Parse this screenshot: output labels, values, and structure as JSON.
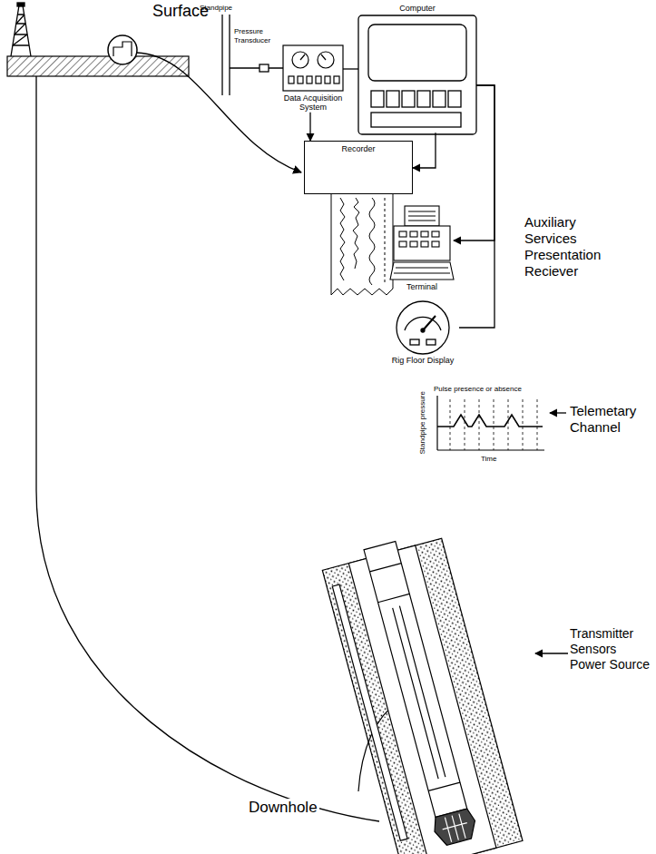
{
  "diagram": {
    "nodes": [
      {
        "text": [
          "Data Acquisition System"
        ]
      },
      {
        "text": [
          "Computer"
        ]
      },
      {
        "text": [
          "Recorder"
        ]
      },
      {
        "text": [
          "Terminal"
        ]
      },
      {
        "text": [
          "Rig Floor Display"
        ]
      }
    ],
    "edges": [
      {
        "from": 0,
        "to": 1,
        "arrow": "none"
      },
      {
        "from": 1,
        "to": 2,
        "arrow": "to"
      },
      {
        "from": 0,
        "to": 2,
        "arrow": "to"
      },
      {
        "from": 1,
        "to": 3,
        "arrow": "to"
      },
      {
        "from": 1,
        "to": 4,
        "arrow": "none"
      }
    ],
    "labels": [
      "Surface",
      "Standpipe",
      "Pressure Transducer",
      "Auxiliary Services Presentation Reciever",
      "Pulse presence or absence",
      "Standpipe pressure",
      "Time",
      "Telemetary Channel",
      "Transmitter Sensors Power Source",
      "Downhole"
    ]
  }
}
